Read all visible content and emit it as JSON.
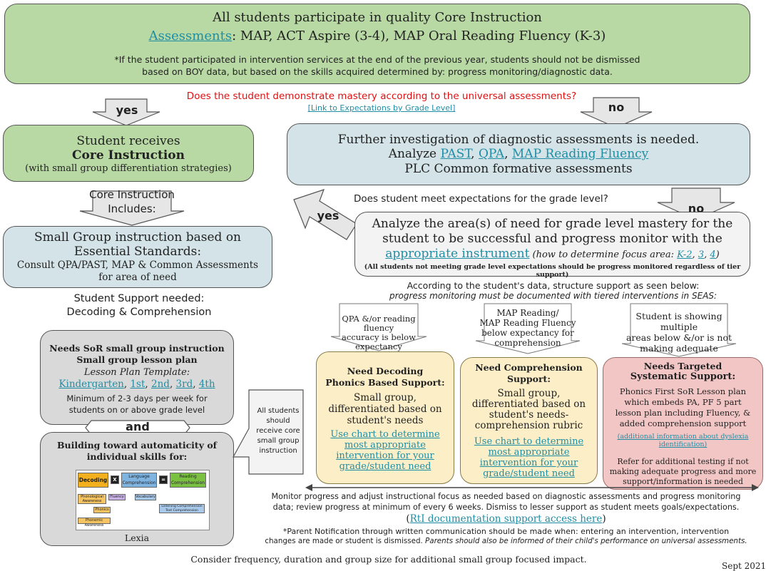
{
  "top": {
    "line1": "All students participate in quality Core Instruction",
    "assess_link": "Assessments",
    "assess_text": ": MAP, ACT Aspire (3-4), MAP Oral Reading Fluency (K-3)",
    "note1": "*If the student participated in intervention services at the end of the previous year, students should not be dismissed",
    "note2": "based on BOY data, but based on the skills acquired determined by: progress monitoring/diagnostic data."
  },
  "question": {
    "text": "Does the student demonstrate mastery according to the universal assessments?",
    "link": "[Link to Expectations by Grade Level]"
  },
  "arrows": {
    "yes1": "yes",
    "no1": "no",
    "yes2": "yes",
    "no2": "no"
  },
  "core_box": {
    "line1": "Student receives",
    "line2": "Core Instruction",
    "line3": "(with small group differentiation strategies)"
  },
  "investigate": {
    "line1": "Further investigation of diagnostic assessments is needed.",
    "line2_pre": "Analyze ",
    "link_past": "PAST",
    "sep1": ", ",
    "link_qpa": "QPA",
    "sep2": ", ",
    "link_map": "MAP Reading Fluency",
    "line3": "PLC Common formative assessments"
  },
  "core_includes": {
    "line1": "Core Instruction",
    "line2": "Includes:"
  },
  "meet_question": "Does student meet expectations for the grade level?",
  "small_group": {
    "line1": "Small Group instruction based on",
    "line2": "Essential Standards:",
    "line3": "Consult QPA/PAST, MAP & Common Assessments",
    "line4": "for area of need"
  },
  "analyze": {
    "line1": "Analyze the area(s) of need for grade level mastery for the",
    "line2": "student to be successful and progress monitor with the",
    "link": "appropriate instrument",
    "italic": " (how to determine focus area: ",
    "k2": "K-2",
    "g3": "3",
    "g4": "4",
    "close": ")",
    "note": "(All students not meeting grade level expectations should be progress monitored regardless of tier support)"
  },
  "support_needed": {
    "line1": "Student Support needed:",
    "line2": "Decoding & Comprehension"
  },
  "structure": {
    "line1": "According to the student's data, structure support as seen below:",
    "line2": "progress monitoring must be documented with tiered interventions in SEAS:"
  },
  "cond": {
    "a": [
      "QPA &/or reading fluency",
      "accuracy is below",
      "expectancy"
    ],
    "b": [
      "MAP Reading/",
      "MAP Reading Fluency",
      "below expectancy for",
      "comprehension"
    ],
    "c": [
      "Student is showing multiple",
      "areas below &/or is not",
      "making adequate progress"
    ]
  },
  "sor_box": {
    "title1": "Needs SoR small group instruction",
    "title2": "Small group lesson plan",
    "template": "Lesson Plan Template:",
    "k": "Kindergarten",
    "g1": "1st",
    "g2": "2nd",
    "g3": "3rd",
    "g4": "4th",
    "min1": "Minimum of 2-3 days per week for",
    "min2": "students on or above grade level"
  },
  "and_label": "and",
  "all_students": [
    "All students",
    "should",
    "receive core",
    "small group",
    "instruction"
  ],
  "decoding_box": {
    "title1": "Need Decoding",
    "title2": "Phonics Based Support:",
    "body": [
      "Small group,",
      "differentiated based on",
      "student's needs"
    ],
    "link": [
      "Use chart to determine",
      "most appropriate",
      "intervention for your",
      "grade/student need"
    ]
  },
  "comp_box": {
    "title1": "Need Comprehension",
    "title2": "Support:",
    "body": [
      "Small group,",
      "differentiated based on",
      "student's needs-",
      "comprehension rubric"
    ],
    "link": [
      "Use chart to determine",
      "most appropriate",
      "intervention for your",
      "grade/student need"
    ]
  },
  "targeted_box": {
    "title1": "Needs Targeted",
    "title2": "Systematic Support:",
    "body": [
      "Phonics First SoR Lesson plan",
      "which embeds PA, PF 5 part",
      "lesson plan including Fluency, &",
      "added comprehension support"
    ],
    "link": [
      "(additional information about dyslexia",
      "identification)"
    ],
    "refer": [
      "Refer for additional testing if not",
      "making adequate progress and more",
      "support/information is needed"
    ]
  },
  "automaticity": {
    "title1": "Building toward automaticity of",
    "title2": "individual skills for:",
    "lexia": "Lexia",
    "diagram": {
      "decoding": "Decoding",
      "x": "X",
      "lang": "Language Comprehension",
      "eq": "=",
      "reading": "Reading Comprehension",
      "phon": "Phonological Awareness",
      "fluency": "Fluency",
      "vocab": "Vocabulary",
      "phonics": "Phonics",
      "listening": "Listening Comprehension Text Comprehension",
      "phonemic": "Phonemic Awareness"
    }
  },
  "monitor": {
    "line1": "Monitor progress and adjust instructional focus as needed based on diagnostic assessments and progress monitoring",
    "line2": "data; review progress at minimum of every 6 weeks. Dismiss to lesser support as student meets goals/expectations.",
    "open": "(",
    "link": "RtI documentation support access here",
    "close": ")",
    "parent1": "*Parent Notification through written communication should be made when: entering an intervention, intervention",
    "parent2a": "changes are made or student is dismissed. ",
    "parent2b": "Parents should also be informed of their child's performance on universal assessments."
  },
  "footer": {
    "consider": "Consider frequency, duration and group size for additional small group focused impact.",
    "date": "Sept 2021"
  },
  "colors": {
    "green": "#b8d9a4",
    "blue": "#d3e3e7",
    "grey": "#d9d9d9",
    "yellow": "#fcefc8",
    "pink": "#f3c6c6",
    "link": "#1f8ea5",
    "question_red": "#e01010"
  }
}
